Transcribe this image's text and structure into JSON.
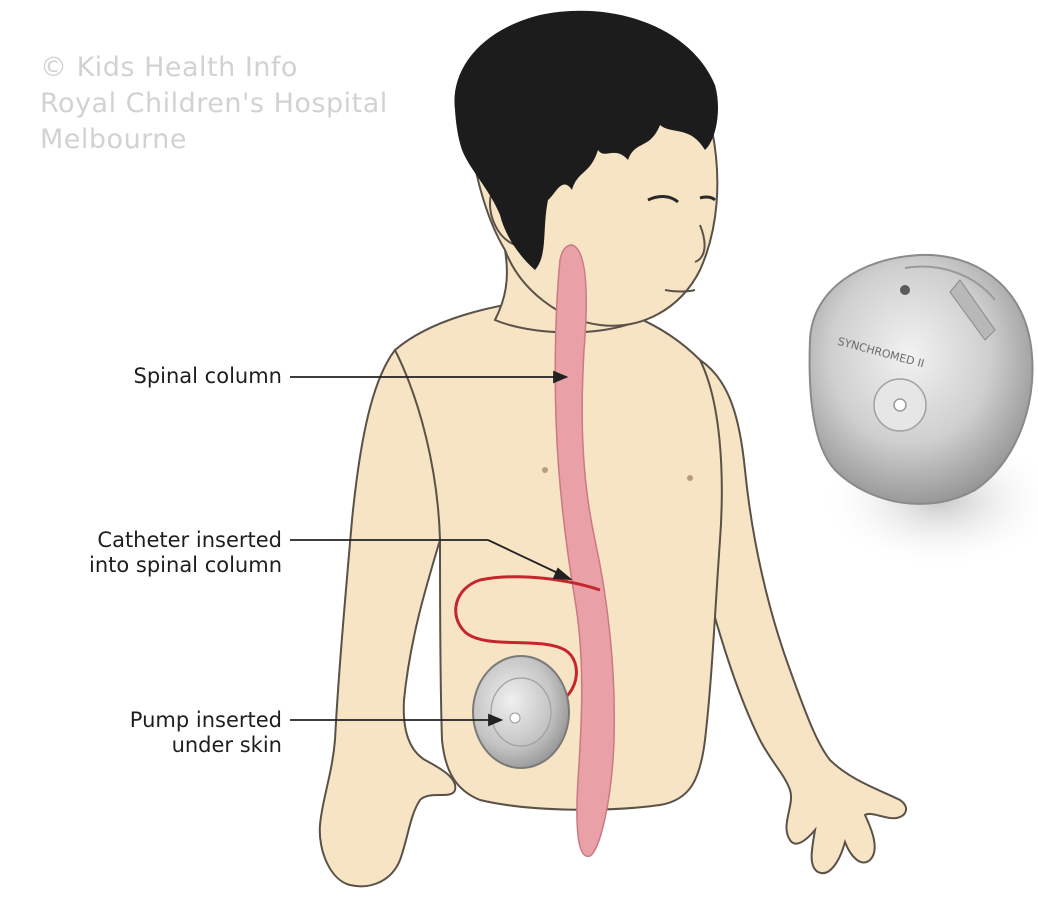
{
  "watermark": {
    "line1": "© Kids Health Info",
    "line2": "Royal Children's Hospital",
    "line3": "Melbourne"
  },
  "labels": {
    "spinal_column": "Spinal column",
    "catheter_line1": "Catheter inserted",
    "catheter_line2": "into spinal column",
    "pump_line1": "Pump inserted",
    "pump_line2": "under skin"
  },
  "device_text": "SYNCHROMED II",
  "colors": {
    "skin": "#f7e4c4",
    "outline": "#5a5148",
    "hair": "#1c1c1c",
    "spine": "#e9a1a7",
    "catheter": "#c4262e",
    "pump_metal": "#c8c8c8",
    "leader_line": "#222222",
    "watermark": "#d2d2d2"
  }
}
